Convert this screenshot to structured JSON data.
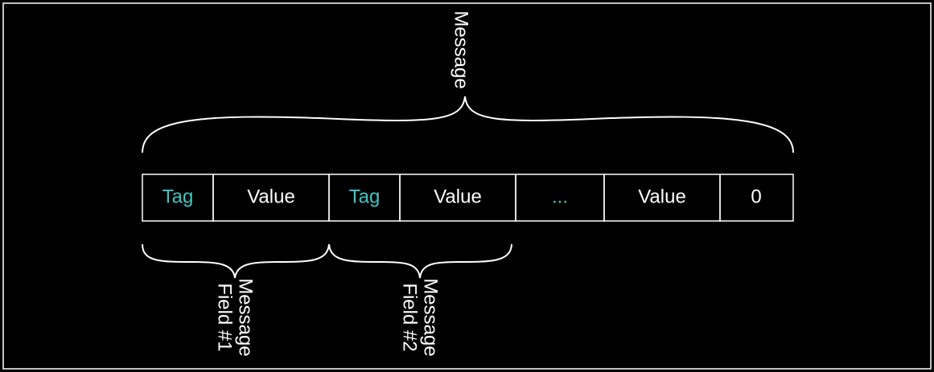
{
  "diagram": {
    "top_label": "Message",
    "cells": [
      {
        "text": "Tag",
        "kind": "tag"
      },
      {
        "text": "Value",
        "kind": "value"
      },
      {
        "text": "Tag",
        "kind": "tag"
      },
      {
        "text": "Value",
        "kind": "value"
      },
      {
        "text": "...",
        "kind": "ellipsis"
      },
      {
        "text": "Value",
        "kind": "value"
      },
      {
        "text": "0",
        "kind": "terminator"
      }
    ],
    "field_labels": [
      {
        "line1": "Message",
        "line2": "Field #1"
      },
      {
        "line1": "Message",
        "line2": "Field #2"
      }
    ]
  },
  "colors": {
    "background": "#000000",
    "stroke": "#ffffff",
    "text": "#ffffff",
    "tag_accent": "#3ec6c6"
  }
}
